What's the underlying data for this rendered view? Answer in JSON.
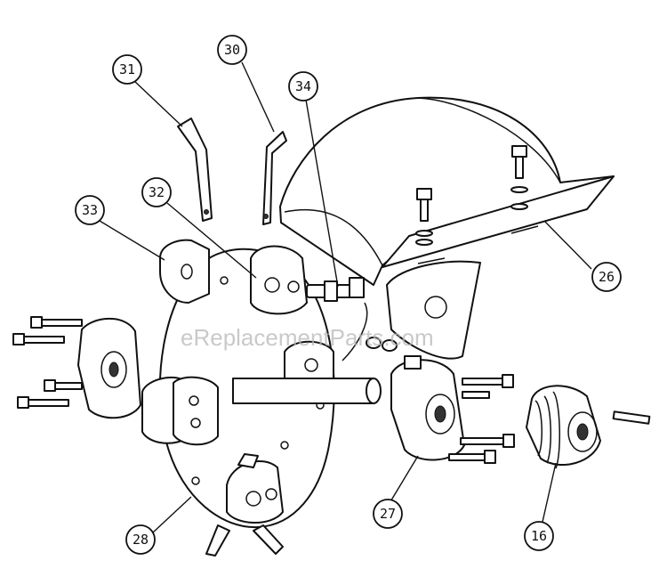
{
  "watermark": "eReplacementParts.com",
  "callouts": [
    {
      "id": "31",
      "label": "31"
    },
    {
      "id": "30",
      "label": "30"
    },
    {
      "id": "34",
      "label": "34"
    },
    {
      "id": "33",
      "label": "33"
    },
    {
      "id": "32",
      "label": "32"
    },
    {
      "id": "26",
      "label": "26"
    },
    {
      "id": "27",
      "label": "27"
    },
    {
      "id": "16",
      "label": "16"
    },
    {
      "id": "28",
      "label": "28"
    }
  ]
}
